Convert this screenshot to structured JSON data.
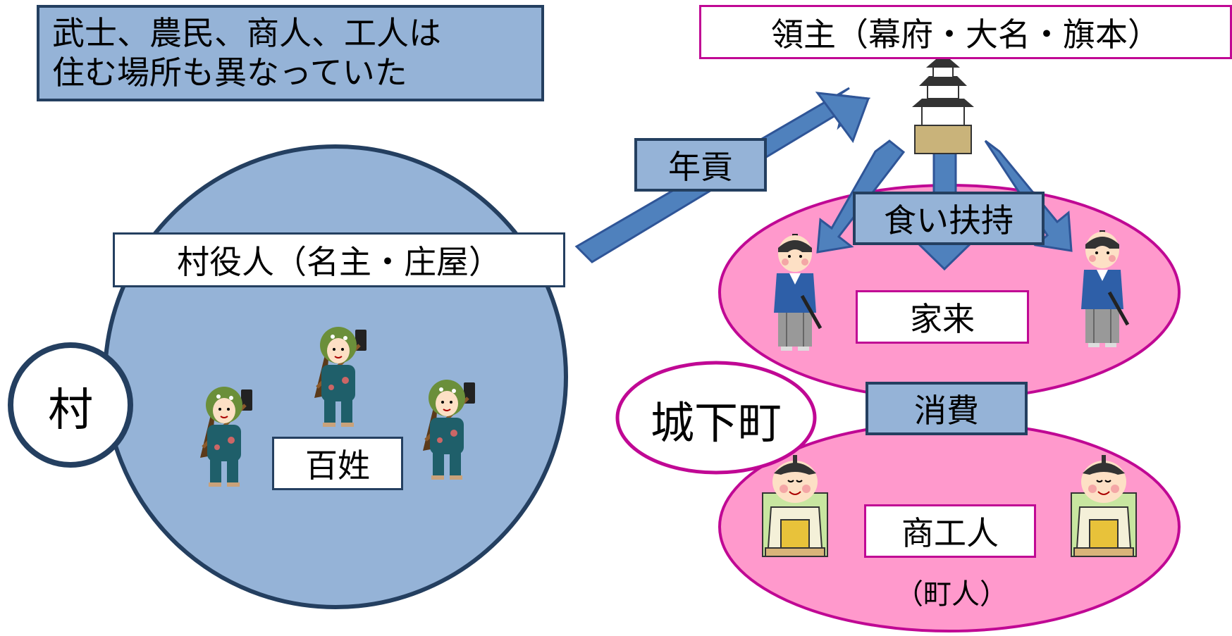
{
  "title": {
    "line1": "武士、農民、商人、工人は",
    "line2": "住む場所も異なっていた"
  },
  "lord": {
    "label": "領主（幕府・大名・旗本）"
  },
  "arrows": {
    "tax_label": "年貢",
    "support_label": "食い扶持",
    "consumption_label": "消費"
  },
  "village": {
    "circle_label": "村",
    "official_label": "村役人（名主・庄屋）",
    "peasants_label": "百姓"
  },
  "castle_town": {
    "label": "城下町",
    "retainers_label": "家来",
    "merchants_label": "商工人",
    "townspeople_label": "（町人）"
  },
  "icons": [
    "castle-icon",
    "samurai-icon",
    "farmer-icon",
    "merchant-icon"
  ],
  "colors": {
    "blue_fill": "#95b3d7",
    "blue_border": "#243f60",
    "arrow_blue": "#4f81bd",
    "pink_fill": "#ff99cc",
    "pink_border": "#c00894"
  }
}
